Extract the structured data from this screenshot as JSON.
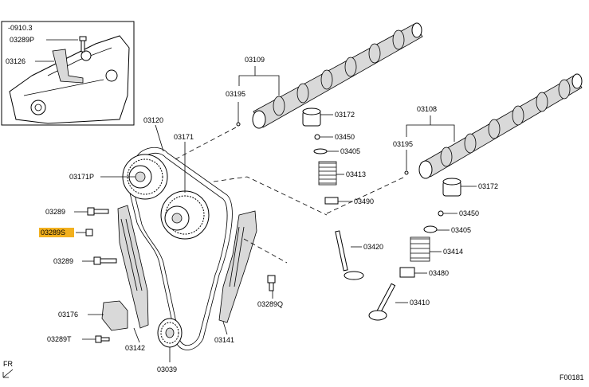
{
  "inset": {
    "date_code": "-0910.3",
    "labels": [
      "03289P",
      "03126"
    ]
  },
  "labels": {
    "l03120": "03120",
    "l03171": "03171",
    "l03171P": "03171P",
    "l03289a": "03289",
    "l03289S": "03289S",
    "l03289b": "03289",
    "l03176": "03176",
    "l03289T": "03289T",
    "l03142": "03142",
    "l03039": "03039",
    "l03141": "03141",
    "l03289Q": "03289Q",
    "l03109": "03109",
    "l03195a": "03195",
    "l03172a": "03172",
    "l03450a": "03450",
    "l03405a": "03405",
    "l03413": "03413",
    "l03490": "03490",
    "l03420": "03420",
    "l03108": "03108",
    "l03195b": "03195",
    "l03172b": "03172",
    "l03450b": "03450",
    "l03405b": "03405",
    "l03414": "03414",
    "l03480": "03480",
    "l03410": "03410"
  },
  "highlight_color": "#f2b01e",
  "direction_label": "FR",
  "figure_code": "F00181"
}
